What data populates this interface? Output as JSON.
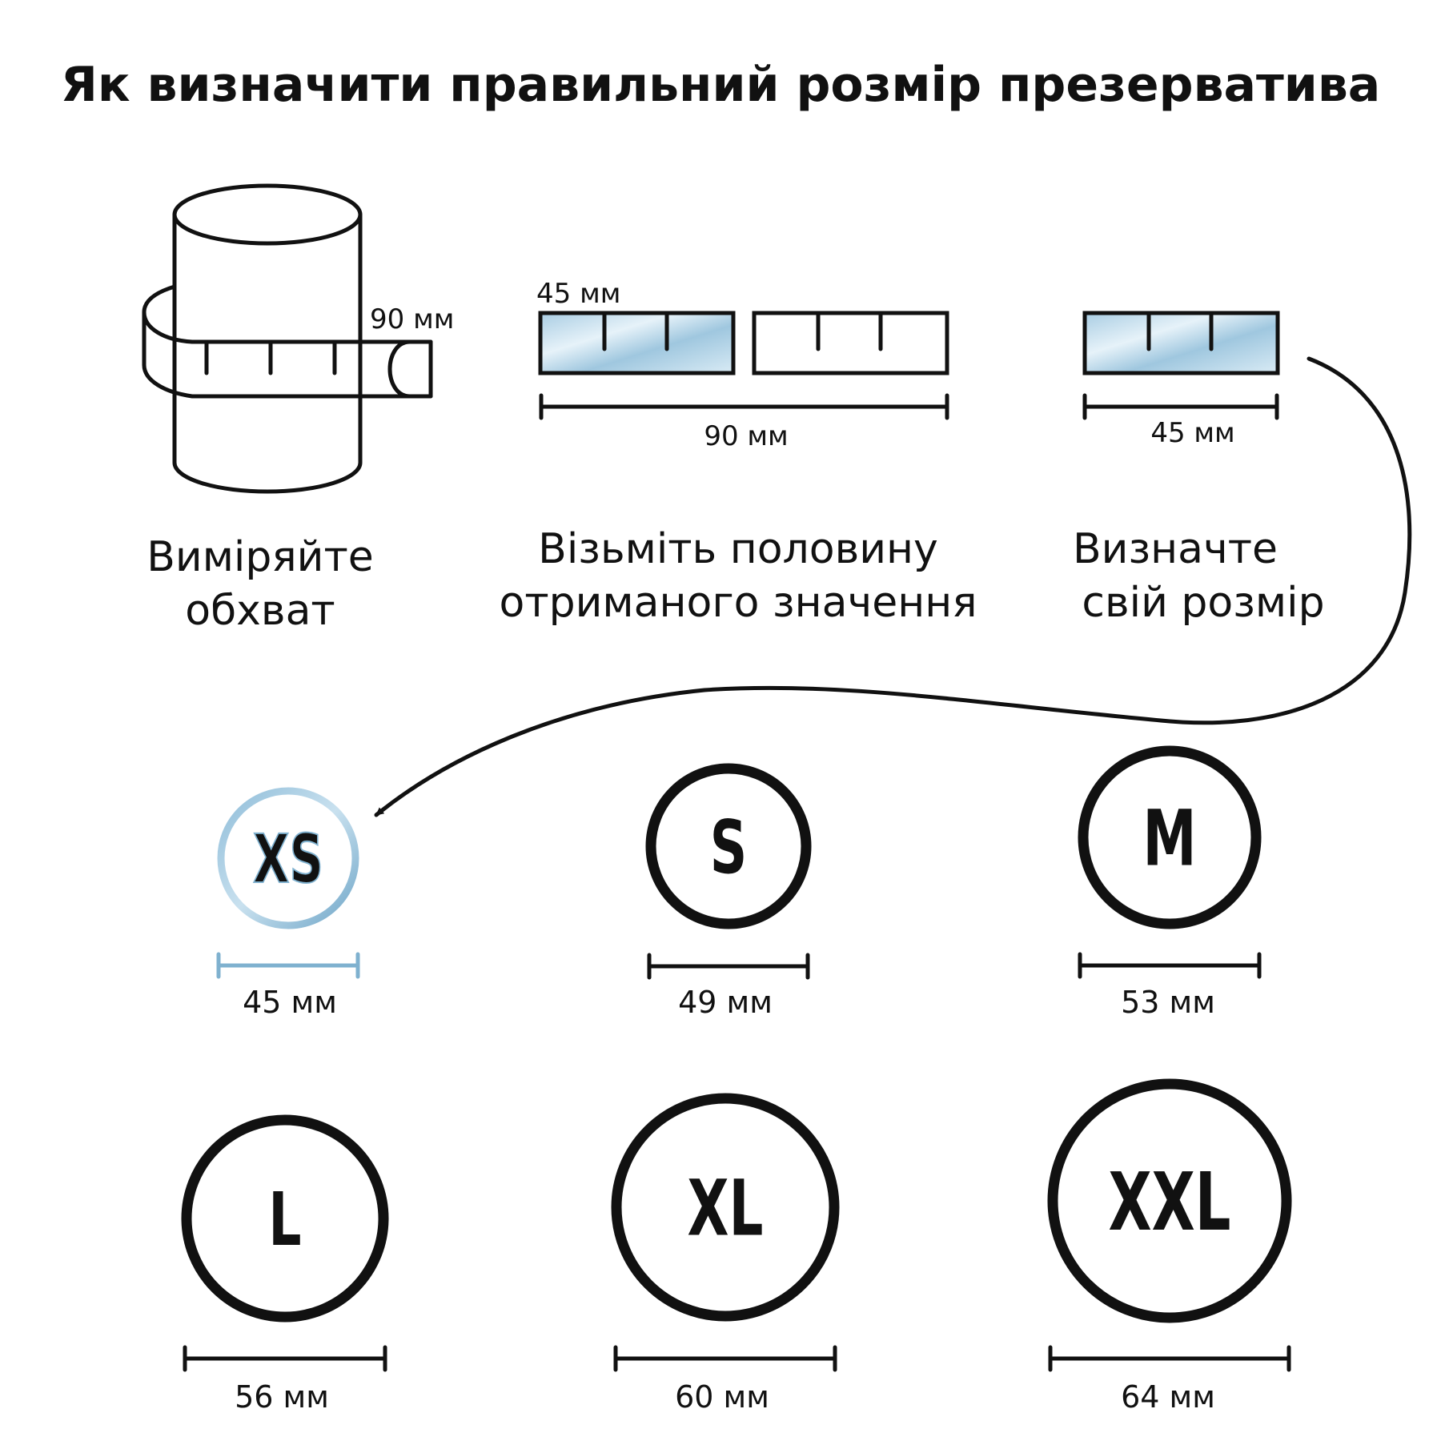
{
  "title": "Як визначити правильний розмір презерватива",
  "colors": {
    "ink": "#111111",
    "accent": "#7fb1cf",
    "accent_light": "#d4e7f2",
    "muted_label": "#7d8fa6"
  },
  "steps": [
    {
      "caption_line1": "Виміряйте",
      "caption_line2": "обхват",
      "tape_label": "90 мм",
      "icon": "cylinder-with-tape-icon"
    },
    {
      "caption_line1": "Візьміть половину",
      "caption_line2": "отриманого значення",
      "half_label": "45 мм",
      "full_label": "90 мм",
      "icon": "two-rulers-icon"
    },
    {
      "caption_line1": "Визначте",
      "caption_line2": "свій розмір",
      "result_label": "45 мм",
      "icon": "half-ruler-icon"
    }
  ],
  "sizes": [
    {
      "code": "XS",
      "width_mm": 45,
      "label": "45 мм",
      "highlighted": true
    },
    {
      "code": "S",
      "width_mm": 49,
      "label": "49 мм",
      "highlighted": false
    },
    {
      "code": "M",
      "width_mm": 53,
      "label": "53 мм",
      "highlighted": false
    },
    {
      "code": "L",
      "width_mm": 56,
      "label": "56 мм",
      "highlighted": false
    },
    {
      "code": "XL",
      "width_mm": 60,
      "label": "60 мм",
      "highlighted": false
    },
    {
      "code": "XXL",
      "width_mm": 64,
      "label": "64 мм",
      "highlighted": false
    }
  ]
}
